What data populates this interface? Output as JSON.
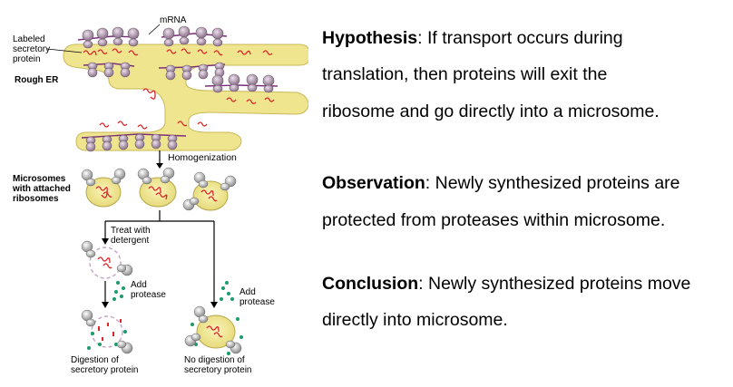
{
  "diagram": {
    "labels": {
      "mrna": "mRNA",
      "labeled_secretory_protein": [
        "Labeled",
        "secretory",
        "protein"
      ],
      "rough_er": "Rough ER",
      "homogenization": "Homogenization",
      "microsomes": [
        "Microsomes",
        "with attached",
        "ribosomes"
      ],
      "treat_detergent": [
        "Treat with",
        "detergent"
      ],
      "add_protease_left": [
        "Add",
        "protease"
      ],
      "add_protease_right": [
        "Add",
        "protease"
      ],
      "digestion": [
        "Digestion of",
        "secretory protein"
      ],
      "no_digestion": [
        "No digestion of",
        "secretory protein"
      ]
    }
  },
  "text": {
    "hypothesis": {
      "heading": "Hypothesis",
      "lines": [
        ": If transport occurs during",
        "translation, then proteins will exit the",
        "ribosome and go directly into a microsome."
      ]
    },
    "observation": {
      "heading": "Observation",
      "lines": [
        ": Newly synthesized proteins are",
        "protected from proteases within microsome."
      ]
    },
    "conclusion": {
      "heading": "Conclusion",
      "lines": [
        ": Newly synthesized proteins move",
        "directly into microsome."
      ]
    }
  }
}
